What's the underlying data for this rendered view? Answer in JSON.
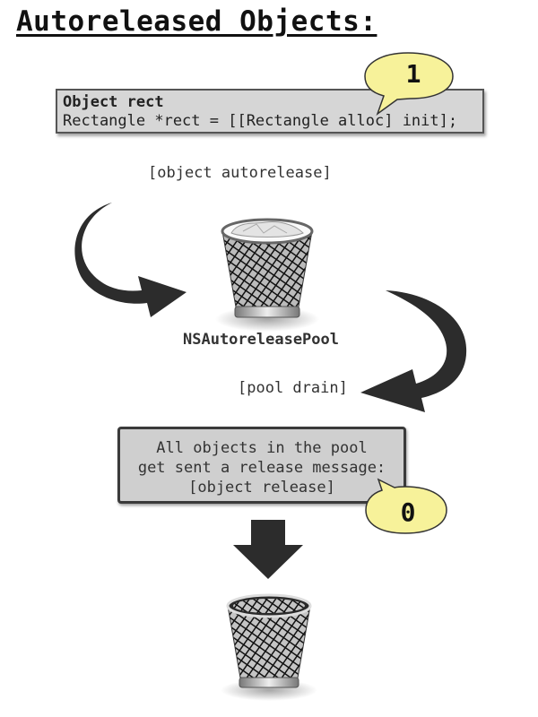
{
  "title": "Autoreleased Objects:",
  "code": {
    "line1": "Object rect",
    "line2": "Rectangle *rect = [[Rectangle alloc] init];"
  },
  "bubbles": {
    "first": "1",
    "second": "0"
  },
  "labels": {
    "autorelease": "[object autorelease]",
    "pool_name": "NSAutoreleasePool",
    "drain": "[pool drain]"
  },
  "message": {
    "line1": "All objects in the pool",
    "line2": "get sent a release message:",
    "line3": "[object release]"
  },
  "colors": {
    "bubble_fill": "#f7f29a",
    "arrow": "#2c2c2c",
    "box_fill": "#cfcfcf"
  }
}
